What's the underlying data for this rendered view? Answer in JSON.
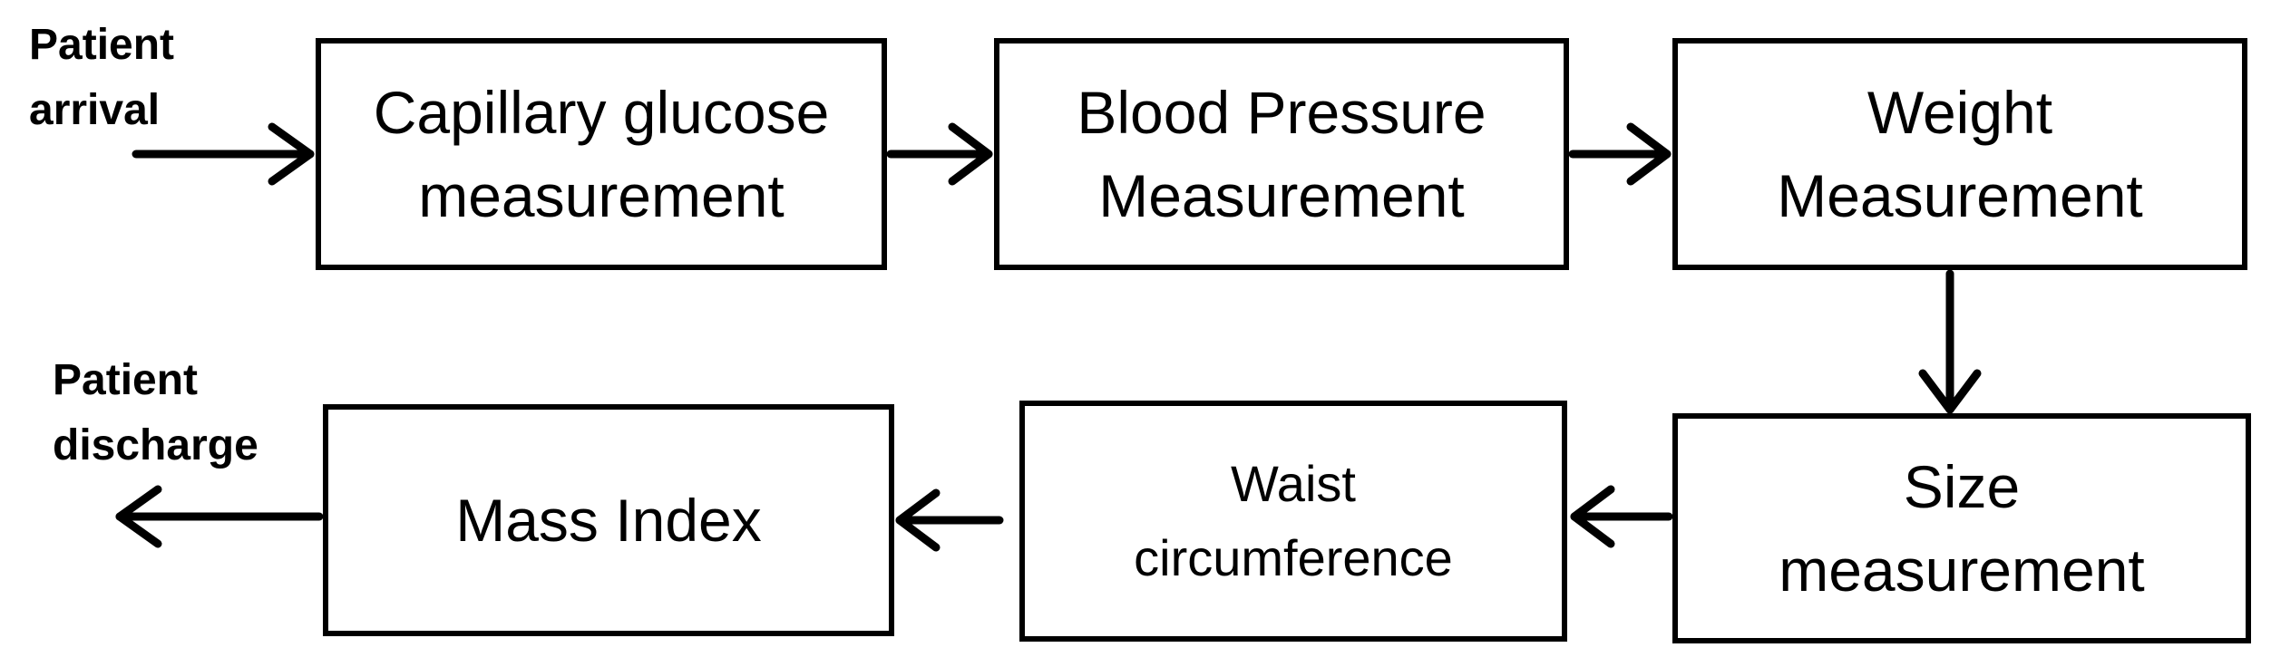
{
  "start_label": [
    "Patient",
    "arrival"
  ],
  "end_label": [
    "Patient",
    "discharge"
  ],
  "steps": {
    "capillary_glucose": [
      "Capillary glucose",
      "measurement"
    ],
    "blood_pressure": [
      "Blood Pressure",
      "Measurement"
    ],
    "weight": [
      "Weight",
      "Measurement"
    ],
    "size": [
      "Size",
      "measurement"
    ],
    "waist": [
      "Waist",
      "circumference"
    ],
    "mass_index": [
      "Mass Index"
    ]
  }
}
